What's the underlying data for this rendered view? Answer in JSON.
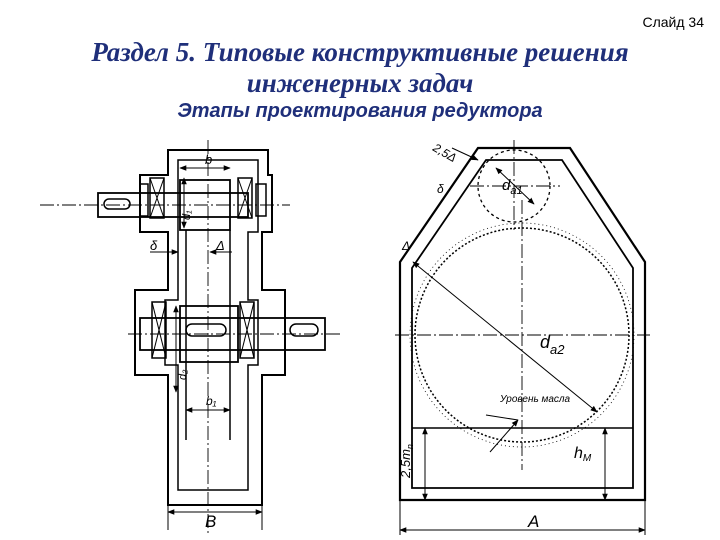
{
  "slide": {
    "number_label": "Слайд 34"
  },
  "title": {
    "line1": "Раздел 5. Типовые конструктивные решения",
    "line2": "инженерных задач"
  },
  "subtitle": "Этапы проектирования редуктора",
  "left_view": {
    "label_b": "b",
    "label_b1": "b₁",
    "label_d1": "d₁",
    "label_d2": "d₂",
    "label_delta": "δ",
    "label_Delta": "Δ",
    "label_B": "B"
  },
  "right_view": {
    "label_2_5Delta": "2,5Δ",
    "label_delta": "δ",
    "label_Delta": "Δ",
    "label_da1": "d",
    "label_da1_sub": "a1",
    "label_da2": "d",
    "label_da2_sub": "a2",
    "label_oil_level": "Уровень масла",
    "label_2_5mn": "2,5m",
    "label_2_5mn_sub": "n",
    "label_hm": "h",
    "label_hm_sub": "M",
    "label_A": "A"
  }
}
